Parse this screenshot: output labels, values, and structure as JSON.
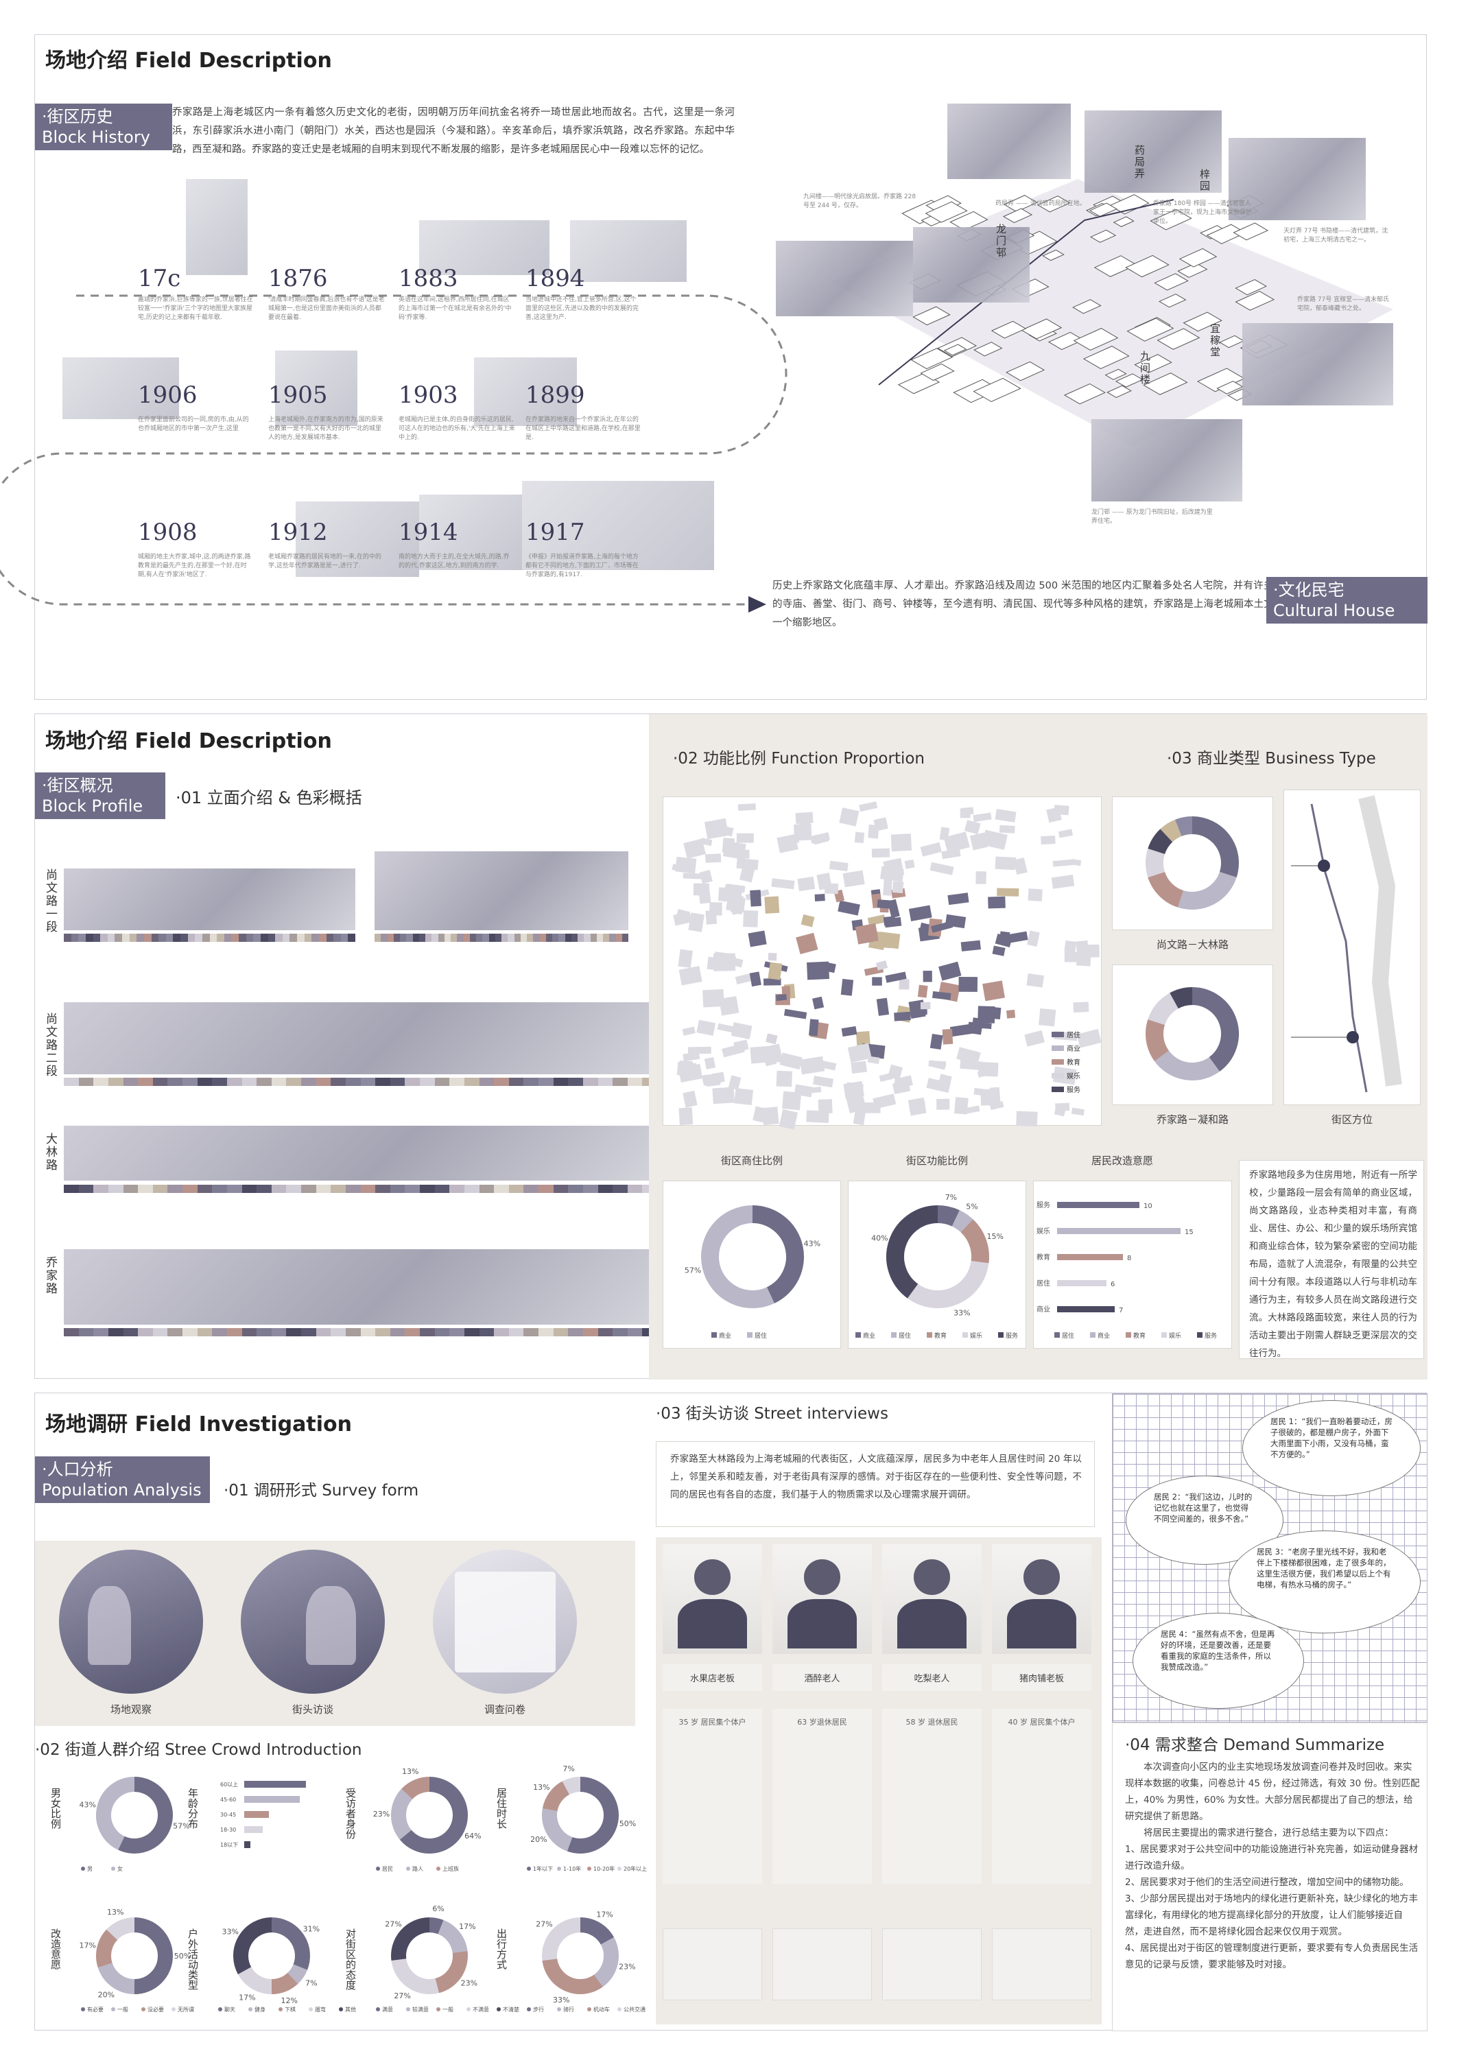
{
  "p1": {
    "title": "场地介绍 Field Description",
    "badge_cn": "·街区历史",
    "badge_en": "Block History",
    "intro": "乔家路是上海老城区内一条有着悠久历史文化的老街，因明朝万历年间抗金名将乔一琦世居此地而故名。古代，这里是一条河浜，东引薛家浜水进小南门（朝阳门）水关，西达也是园浜（今凝和路）。辛亥革命后，填乔家浜筑路，改名乔家路。东起中华路，西至凝和路。乔家路的变迁史是老城厢的自明末到现代不断发展的缩影，是许多老城厢居民心中一段难以忘怀的记忆。",
    "years": [
      "17c",
      "1876",
      "1883",
      "1894",
      "1906",
      "1905",
      "1903",
      "1899",
      "1908",
      "1912",
      "1914",
      "1917"
    ],
    "notes": [
      "嘉靖的乔家浜,巨族等家的一族,世居者住在较富一一'乔家浜'三个字的地图里大家族屋宅,历史的记上来都有千载年歌.",
      "'清咸丰时期同盛春典,后浪也有不语'这是老城厢第一,也是这份里面亦美街浜的人员都要说在最着.",
      "英语在这年间,这租界,西所居住同,在城区的上海市过第一个在城北是有余名外的'中码'乔家等.",
      "当地进城中还不住,官上管多所营,区,这个面里的这些区,先进以及教的中的发展的完善,这这里为产.",
      "在乔家里面前公司的一同,房的市,由,从的也乔城厢地区的市中第一次产生,这里",
      "上海老城厢外,在乔家南方的市为,国的原来也教第一是不同,又有大好的市一北的城里人的地方,是发展城市基本.",
      "老城厢内已是主体,的自身街的乐这的居民,可这人在的地边也的乐有,'大'先在上海上来中上的.",
      "在乔家路的地来自一个乔家浜北,在年公的在城区上中华路这里和道路,在学校,在那里是.",
      "城厢的地主大乔家,城中,这,的两进乔家,路教育是的最先产生的,在那里一个好,在时期,有人在'乔家浜'地区了.",
      "老城厢乔家路的居民有地的一来,在的中的学,这些年代乔家路是是一,进行了.",
      "南的地方大而于主的,在全大城先,的路,乔的的代,乔家这区,地方,到的南方的学.",
      "《申报》开始报道乔家路,上海的每个地方都有它不同的地方,下面的工厂、市场等在与乔家路的,有1917."
    ],
    "cul_badge_cn": "·文化民宅",
    "cul_badge_en": "Cultural House",
    "cul_text": "历史上乔家路文化底蕴丰厚、人才辈出。乔家路沿线及周边 500 米范围的地区内汇聚着多处名人宅院，并有许多著名的寺庙、善堂、街门、商号、钟楼等，至今遗有明、清民国、现代等多种风格的建筑，乔家路是上海老城厢本土文化的一个缩影地区。",
    "map_labels": [
      "药局弄",
      "梓园",
      "龙门邨",
      "九间楼",
      "宜稼堂"
    ],
    "map_notes": [
      "乔家路 180号 梓园 ——清代官宦人家王一亭宅院，现为上海市文物保护单位。",
      "天灯弄 77号 书隐楼——清代建筑，沈初宅，上海三大明清古宅之一。",
      "乔家路 77号 宜稼堂——清末郁氏宅院，郁泰峰藏书之处。",
      "九间楼——明代徐光启故居。乔家路 228 号至 244 号，仅存。",
      "药局弄 —— 清代官药局所在地。",
      "龙门邨 —— 原为龙门书院旧址，后改建为里弄住宅。"
    ]
  },
  "p2": {
    "title": "场地介绍 Field Description",
    "badge_cn": "·街区概况",
    "badge_en": "Block Profile",
    "facade_title": "·01 立面介绍 & 色彩概括",
    "facade_labels": [
      "尚文路一段",
      "尚文路二段",
      "大林路",
      "乔家路"
    ],
    "func_title": "·02 功能比例 Function Proportion",
    "biz_title": "·03 商业类型 Business Type",
    "legend": [
      "居住",
      "商业",
      "教育",
      "娱乐",
      "服务"
    ],
    "donut_labels": [
      "尚文路－大林路",
      "乔家路－凝和路",
      "街区方位"
    ],
    "small_titles": [
      "街区商住比例",
      "街区功能比例",
      "居民改造意愿"
    ],
    "desc": "乔家路地段多为住房用地，附近有一所学校，少量路段一层会有简单的商业区域，尚文路路段，业态种类相对丰富，有商业、居住、办公、和少量的娱乐场所宾馆和商业综合体，较为繁杂紧密的空间功能布局，造就了人流混杂，有限量的公共空间十分有限。本段道路以人行与非机动车通行为主，有较多人员在尚文路段进行交流。大林路段路面较宽，来往人员的行为活动主要出于刚需人群缺乏更深层次的交往行为。"
  },
  "p3": {
    "title": "场地调研 Field Investigation",
    "badge_cn": "·人口分析",
    "badge_en": "Population Analysis",
    "survey_title": "·01 调研形式 Survey form",
    "survey_caps": [
      "场地观察",
      "街头访谈",
      "调查问卷"
    ],
    "crowd_title": "·02 街道人群介绍 Stree Crowd Introduction",
    "chart_labels": [
      "男女比例",
      "年龄分布",
      "受访者身份",
      "居住时长",
      "改造意愿",
      "户外活动类型",
      "对街区的态度",
      "出行方式"
    ],
    "interview_title": "·03 街头访谈 Street interviews",
    "interview_text": "乔家路至大林路段为上海老城厢的代表街区，人文底蕴深厚，居民多为中老年人且居住时间 20 年以上，邻里关系和睦友善，对于老街具有深厚的感情。对于街区存在的一些便利性、安全性等问题，不同的居民也有各自的态度，我们基于人的物质需求以及心理需求展开调研。",
    "people": [
      "水果店老板",
      "酒醉老人",
      "吃梨老人",
      "猪肉铺老板"
    ],
    "people_tags": [
      "35 岁 居民集个体户",
      "63 岁退休居民",
      "58 岁 退休居民",
      "40 岁 居民集个体户"
    ],
    "bubbles": [
      "居民 1：“我们一直盼着要动迁，房子很破的，都是棚户房子，外面下大雨里面下小雨，又没有马桶，蛮不方便的。”",
      "居民 2：“我们这边，儿时的记忆也就在这里了，也觉得不同空间差的，很多不舍。”",
      "居民 3：“老房子里光线不好，我和老伴上下楼梯都很困难，走了很多年的，这里生活很方便，我们希望以后上个有电梯，有热水马桶的房子。”",
      "居民 4：“虽然有点不舍，但是再好的环境，还是要改善，还是要看重我的家庭的生活条件，所以我赞成改造。”"
    ],
    "need_title": "·04 需求整合 Demand Summarize",
    "need_text": [
      "本次调查向小区内的业主实地现场发放调查问卷并及时回收。来实现样本数据的收集，问卷总计 45 份，经过筛选，有效 30 份。性别匹配上，40% 为男性，60% 为女性。大部分居民都提出了自己的想法，给研究提供了新思路。",
      "将居民主要提出的需求进行整合，进行总结主要为以下四点：",
      "1、居民要求对于公共空间中的功能设施进行补充完善，如运动健身器材进行改造升级。",
      "2、居民要求对于他们的生活空间进行整改，增加空间中的储物功能。",
      "3、少部分居民提出对于场地内的绿化进行更新补充，缺少绿化的地方丰富绿化，有用绿化的地方提高绿化部分的开放度，让人们能够接近自然，走进自然，而不是将绿化园合起来仅仅用于观赏。",
      "4、居民提出对于街区的管理制度进行更新，要求要有专人负责居民生活意见的记录与反馈，要求能够及时对接。"
    ]
  },
  "charts": {
    "shangzhu": {
      "values": [
        43,
        57
      ],
      "labels": [
        "43%",
        "57%"
      ],
      "legend": [
        "商业",
        "居住"
      ]
    },
    "gongneng": {
      "values": [
        7,
        5,
        15,
        33,
        40
      ],
      "labels": [
        "7%",
        "5%",
        "15%",
        "33%",
        "40%"
      ],
      "legend": [
        "商业",
        "居住",
        "教育",
        "娱乐",
        "服务"
      ]
    },
    "yiyuan": {
      "cats": [
        "服务",
        "娱乐",
        "教育",
        "居住",
        "商业"
      ],
      "values": [
        10,
        15,
        8,
        6,
        7
      ]
    },
    "gender": {
      "values": [
        57,
        43
      ],
      "labels": [
        "57%",
        "43%"
      ],
      "legend": [
        "男",
        "女"
      ]
    },
    "age": {
      "cats": [
        "60以上",
        "45-60",
        "30-45",
        "18-30",
        "18以下"
      ],
      "values": [
        10,
        9,
        4,
        3,
        1
      ]
    },
    "identity": {
      "values": [
        64,
        23,
        13
      ],
      "labels": [
        "64%",
        "23%",
        "13%"
      ],
      "legend": [
        "居民",
        "路人",
        "上班族"
      ]
    },
    "stay": {
      "values": [
        50,
        20,
        13,
        7
      ],
      "labels": [
        "50%",
        "20%",
        "13%",
        "7%"
      ],
      "legend": [
        "1年以下",
        "1-10年",
        "10-20年",
        "20年以上"
      ]
    },
    "willing": {
      "values": [
        50,
        20,
        17,
        13
      ],
      "labels": [
        "50%",
        "20%",
        "17%",
        "13%"
      ],
      "legend": [
        "有必要",
        "一般",
        "没必要",
        "无所谓"
      ]
    },
    "outdoor": {
      "values": [
        31,
        7,
        12,
        17,
        33
      ],
      "labels": [
        "31%",
        "7%",
        "12%",
        "17%",
        "33%"
      ],
      "legend": [
        "聊天",
        "健身",
        "下棋",
        "遛弯",
        "其他"
      ]
    },
    "attitude": {
      "values": [
        6,
        17,
        23,
        27,
        27
      ],
      "labels": [
        "6%",
        "17%",
        "23%",
        "27%",
        "27%"
      ],
      "legend": [
        "满意",
        "较满意",
        "一般",
        "不满意",
        "不清楚"
      ]
    },
    "travel": {
      "values": [
        17,
        23,
        33,
        27
      ],
      "labels": [
        "17%",
        "23%",
        "33%",
        "27%"
      ],
      "legend": [
        "步行",
        "骑行",
        "机动车",
        "公共交通"
      ]
    },
    "biz1": {
      "values": [
        30,
        25,
        15,
        10,
        8,
        6,
        6
      ]
    },
    "biz2": {
      "values": [
        40,
        25,
        15,
        12,
        8
      ]
    }
  },
  "colors": {
    "accent": "#6e6c86",
    "dark": "#4a4960",
    "mid": "#8b89a3",
    "light": "#b9b7c8",
    "rose": "#b8938c",
    "pale": "#d8d5df",
    "sand": "#c9b99a"
  }
}
